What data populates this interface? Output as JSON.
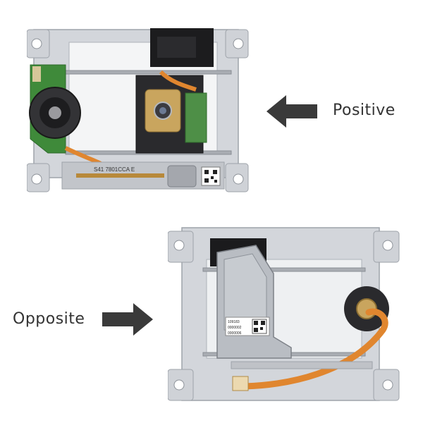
{
  "labels": {
    "positive": "Positive",
    "opposite": "Opposite"
  },
  "photo_text": {
    "rail_print": "S41 7801CCA E",
    "sticker_line_1": "109183",
    "sticker_line_2": "0000002",
    "sticker_line_3": "0000006"
  },
  "colors": {
    "arrow": "#3a3a3a",
    "label": "#333333",
    "frame": "#c9ccd1",
    "flex_cable": "#e0862f",
    "pcb": "#3f8a3a"
  },
  "icons": {
    "arrow_left": "arrow-left-icon",
    "arrow_right": "arrow-right-icon"
  }
}
